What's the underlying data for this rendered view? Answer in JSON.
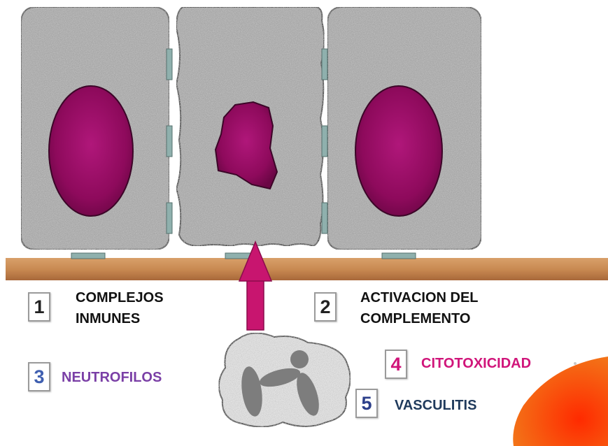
{
  "labels": {
    "step1": {
      "number": "1",
      "line1": "COMPLEJOS",
      "line2": "INMUNES"
    },
    "step2": {
      "number": "2",
      "line1": "ACTIVACION DEL",
      "line2": "COMPLEMENTO"
    },
    "step3": {
      "number": "3",
      "text": "NEUTROFILOS"
    },
    "step4": {
      "number": "4",
      "text": "CITOTOXICIDAD"
    },
    "step5": {
      "number": "5",
      "text": "VASCULITIS"
    }
  },
  "colors": {
    "membrane": "#c98a52",
    "nucleus": "#8e0a5c",
    "arrow": "#c8156f",
    "cell_fill": "#a9a9a9",
    "neutrofilos_text": "#7a3fa6",
    "citotoxicidad_text": "#d0157a",
    "vasculitis_text": "#1f3a5c",
    "accent_orange": "#f05a0c"
  }
}
